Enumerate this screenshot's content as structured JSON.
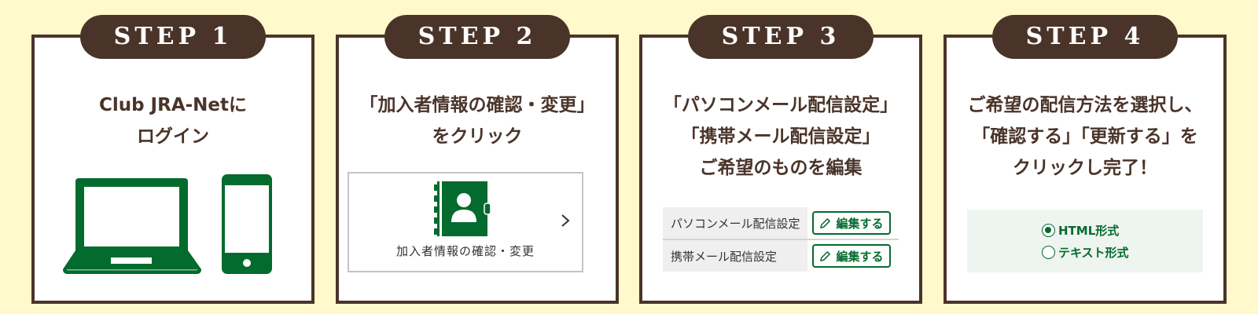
{
  "colors": {
    "background": "#fff9cc",
    "frame": "#4a342a",
    "accent_green": "#036b2e",
    "card_border": "#c4c4c4",
    "table_label_bg": "#efefef",
    "radio_panel_bg": "#eef4ef"
  },
  "steps": [
    {
      "badge": "STEP 1",
      "heading_lines": [
        "Club JRA-Netに",
        "ログイン"
      ],
      "icons": [
        "laptop-icon",
        "smartphone-icon"
      ]
    },
    {
      "badge": "STEP 2",
      "heading_lines": [
        "「加入者情報の確認・変更」",
        "をクリック"
      ],
      "menu_card": {
        "icon": "address-book-icon",
        "label": "加入者情報の確認・変更",
        "arrow": "chevron-right-icon"
      }
    },
    {
      "badge": "STEP 3",
      "heading_lines": [
        "「パソコンメール配信設定」",
        "「携帯メール配信設定」",
        "ご希望のものを編集"
      ],
      "settings_rows": [
        {
          "label": "パソコンメール配信設定",
          "button": "編集する",
          "button_icon": "pencil-icon"
        },
        {
          "label": "携帯メール配信設定",
          "button": "編集する",
          "button_icon": "pencil-icon"
        }
      ]
    },
    {
      "badge": "STEP 4",
      "heading_lines": [
        "ご希望の配信方法を選択し、",
        "「確認する」「更新する」を",
        "クリックし完了！"
      ],
      "radio_options": [
        {
          "label": "HTML形式",
          "checked": true
        },
        {
          "label": "テキスト形式",
          "checked": false
        }
      ]
    }
  ]
}
